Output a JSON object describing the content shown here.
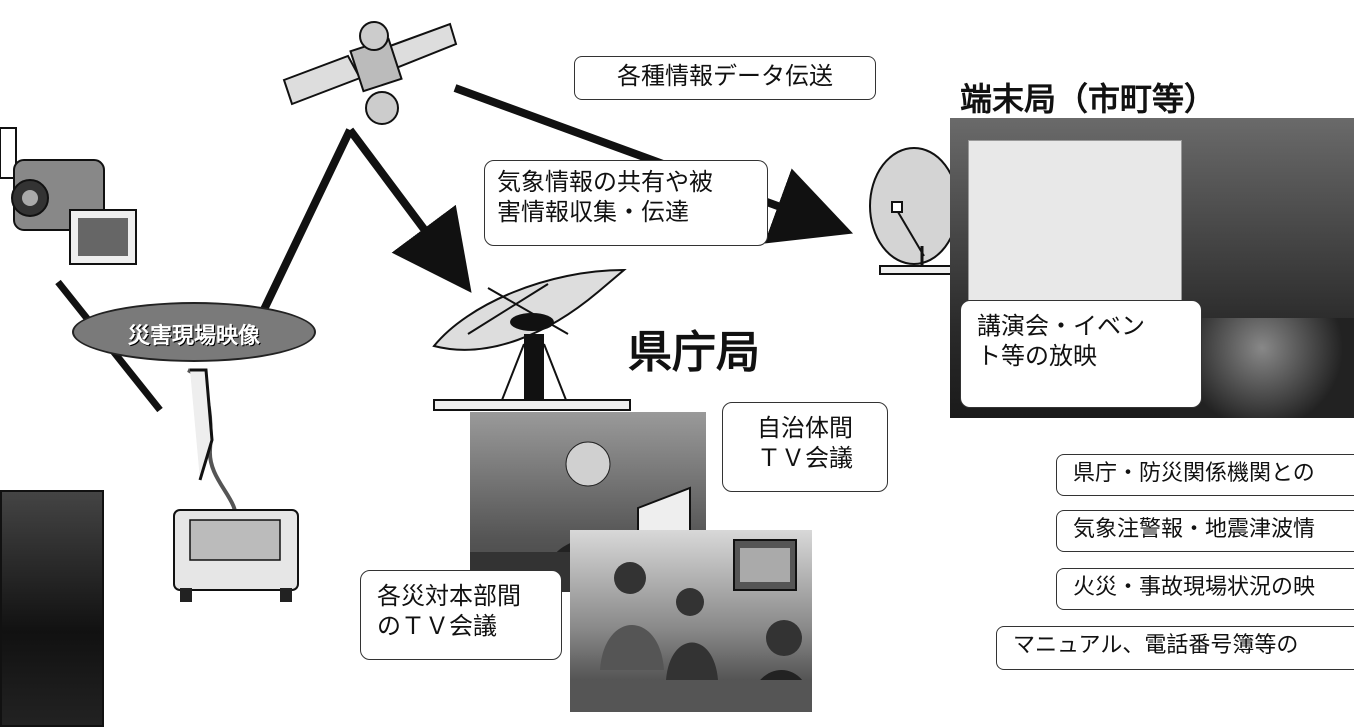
{
  "labels": {
    "data_transmission": "各種情報データ伝送",
    "terminal_station": "端末局（市町等）",
    "weather_sharing": "気象情報の共有や被\n害情報収集・伝達",
    "disaster_footage": "災害現場映像",
    "prefecture_station": "県庁局",
    "municipal_tv_conference": "自治体間\nＴＶ会議",
    "hq_tv_conference": "各災対本部間\nのＴＶ会議",
    "lecture_event": "講演会・イベン\nト等の放映"
  },
  "uses": [
    "県庁・防災関係機関との",
    "気象注警報・地震津波情",
    "火災・事故現場状況の映",
    "マニュアル、電話番号簿等の"
  ]
}
